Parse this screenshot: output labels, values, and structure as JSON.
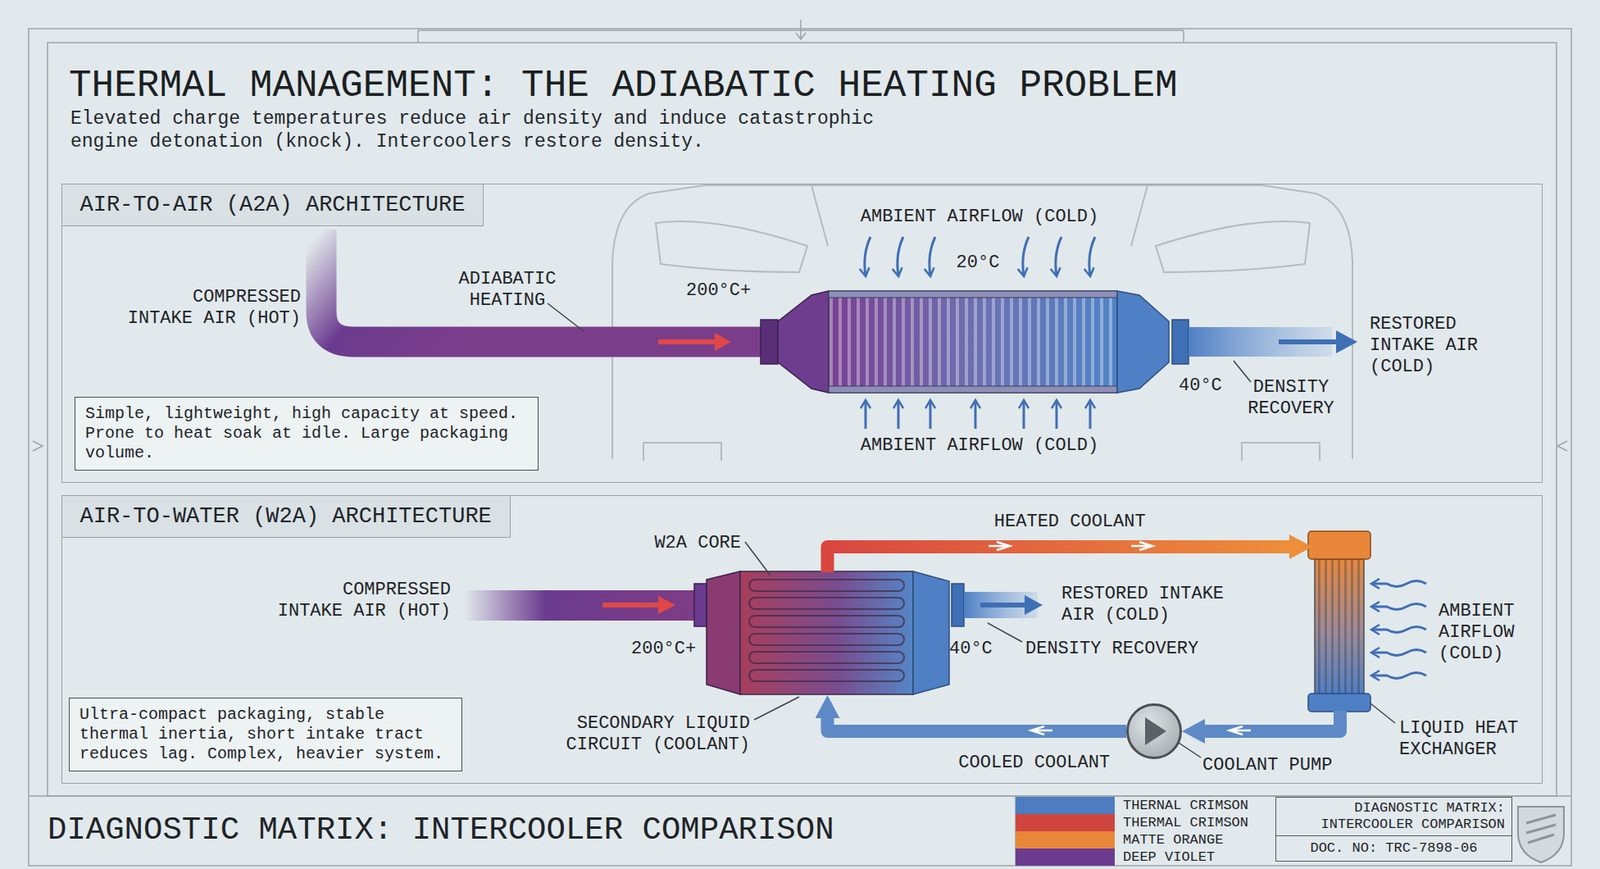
{
  "diagram": {
    "title": "THERMAL MANAGEMENT: THE ADIABATIC HEATING PROBLEM",
    "caption": "Elevated charge temperatures reduce air density and induce catastrophic engine detonation (knock). Intercoolers restore density.",
    "nodes": [
      {
        "text": [
          "AIR-TO-AIR (A2A) ARCHITECTURE"
        ]
      },
      {
        "text": [
          "Simple, lightweight, high capacity at speed. Prone to heat soak at idle. Large packaging volume."
        ],
        "in": 0
      },
      {
        "text": [
          "AIR-TO-WATER (W2A) ARCHITECTURE"
        ]
      },
      {
        "text": [
          "Ultra-compact packaging, stable thermal inertia, short intake tract reduces lag. Complex, heavier system."
        ],
        "in": 2
      },
      {
        "text": [
          "W2A CORE"
        ],
        "in": 2
      },
      {
        "text": [
          "LIQUID HEAT EXCHANGER"
        ],
        "in": 2
      },
      {
        "text": [
          "COOLANT PUMP"
        ],
        "in": 2
      },
      {
        "text": [
          "DIAGNOSTIC MATRIX: INTERCOOLER COMPARISON",
          "DOC. NO: TRC-7898-06"
        ]
      }
    ],
    "edges": [
      {
        "from": 4,
        "to": 5,
        "label": "HEATED COOLANT",
        "arrow": "to"
      },
      {
        "from": 5,
        "to": 6,
        "arrow": "to"
      },
      {
        "from": 6,
        "to": 4,
        "label": "COOLED COOLANT",
        "arrow": "to"
      }
    ],
    "labels": [
      "COMPRESSED INTAKE AIR (HOT)",
      "ADIABATIC HEATING",
      "200°C+",
      "AMBIENT AIRFLOW (COLD)",
      "20°C",
      "40°C",
      "DENSITY RECOVERY",
      "RESTORED INTAKE AIR (COLD)",
      "AMBIENT AIRFLOW (COLD)",
      "COMPRESSED INTAKE AIR (HOT)",
      "200°C+",
      "40°C",
      "DENSITY RECOVERY",
      "RESTORED INTAKE AIR (COLD)",
      "SECONDARY LIQUID CIRCUIT (COOLANT)",
      "AMBIENT AIRFLOW (COLD)",
      "DIAGNOSTIC MATRIX: INTERCOOLER COMPARISON"
    ],
    "legend": [
      {
        "text": "THERNAL CRIMSON",
        "color": "#4d7cc0"
      },
      {
        "text": "THERMAL CRIMSON",
        "color": "#d0453f"
      },
      {
        "text": "MATTE ORANGE",
        "color": "#e8873a"
      },
      {
        "text": "DEEP VIOLET",
        "color": "#6b3b8f"
      }
    ]
  }
}
